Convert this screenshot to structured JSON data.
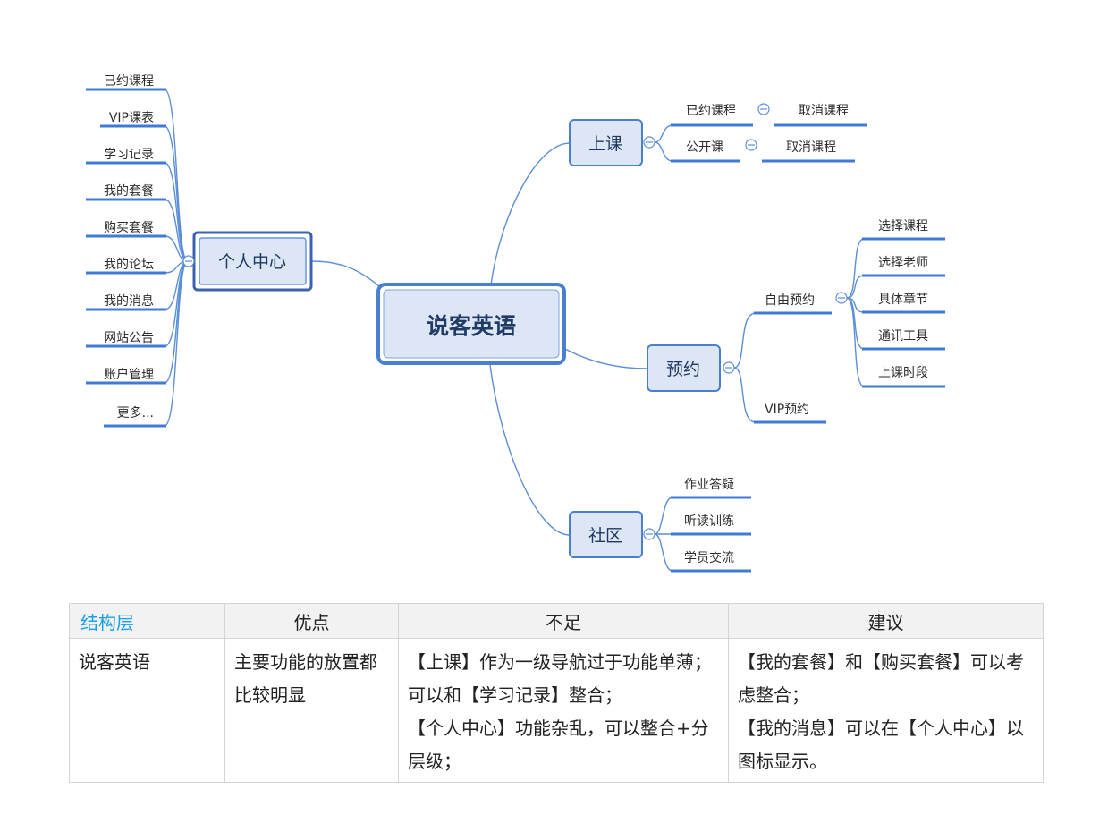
{
  "mindmap": {
    "center": "说客英语",
    "personal": {
      "label": "个人中心",
      "items": [
        "已约课程",
        "VIP课表",
        "学习记录",
        "我的套餐",
        "购买套餐",
        "我的论坛",
        "我的消息",
        "网站公告",
        "账户管理",
        "更多..."
      ]
    },
    "class": {
      "label": "上课",
      "items": [
        {
          "label": "已约课程",
          "child": "取消课程"
        },
        {
          "label": "公开课",
          "child": "取消课程"
        }
      ]
    },
    "booking": {
      "label": "预约",
      "free": {
        "label": "自由预约",
        "items": [
          "选择课程",
          "选择老师",
          "具体章节",
          "通讯工具",
          "上课时段"
        ]
      },
      "vip": "VIP预约"
    },
    "community": {
      "label": "社区",
      "items": [
        "作业答疑",
        "听读训练",
        "学员交流"
      ]
    },
    "colors": {
      "line": "#5b8ed6",
      "underline": "#3f7ad6",
      "box_fill": "#dce6f4",
      "box_border": "#4a7fd0"
    },
    "icons": [
      "collapse-icon"
    ]
  },
  "table": {
    "headers": [
      "结构层",
      "优点",
      "不足",
      "建议"
    ],
    "row": {
      "layer": "说客英语",
      "pros": "主要功能的放置都比较明显",
      "cons": [
        "【上课】作为一级导航过于功能单薄；可以和【学习记录】整合；",
        "【个人中心】功能杂乱，可以整合+分层级；"
      ],
      "suggest": [
        "【我的套餐】和【购买套餐】可以考虑整合；",
        "【我的消息】可以在【个人中心】以图标显示。"
      ]
    },
    "header_accent": "#1aa0e6"
  }
}
